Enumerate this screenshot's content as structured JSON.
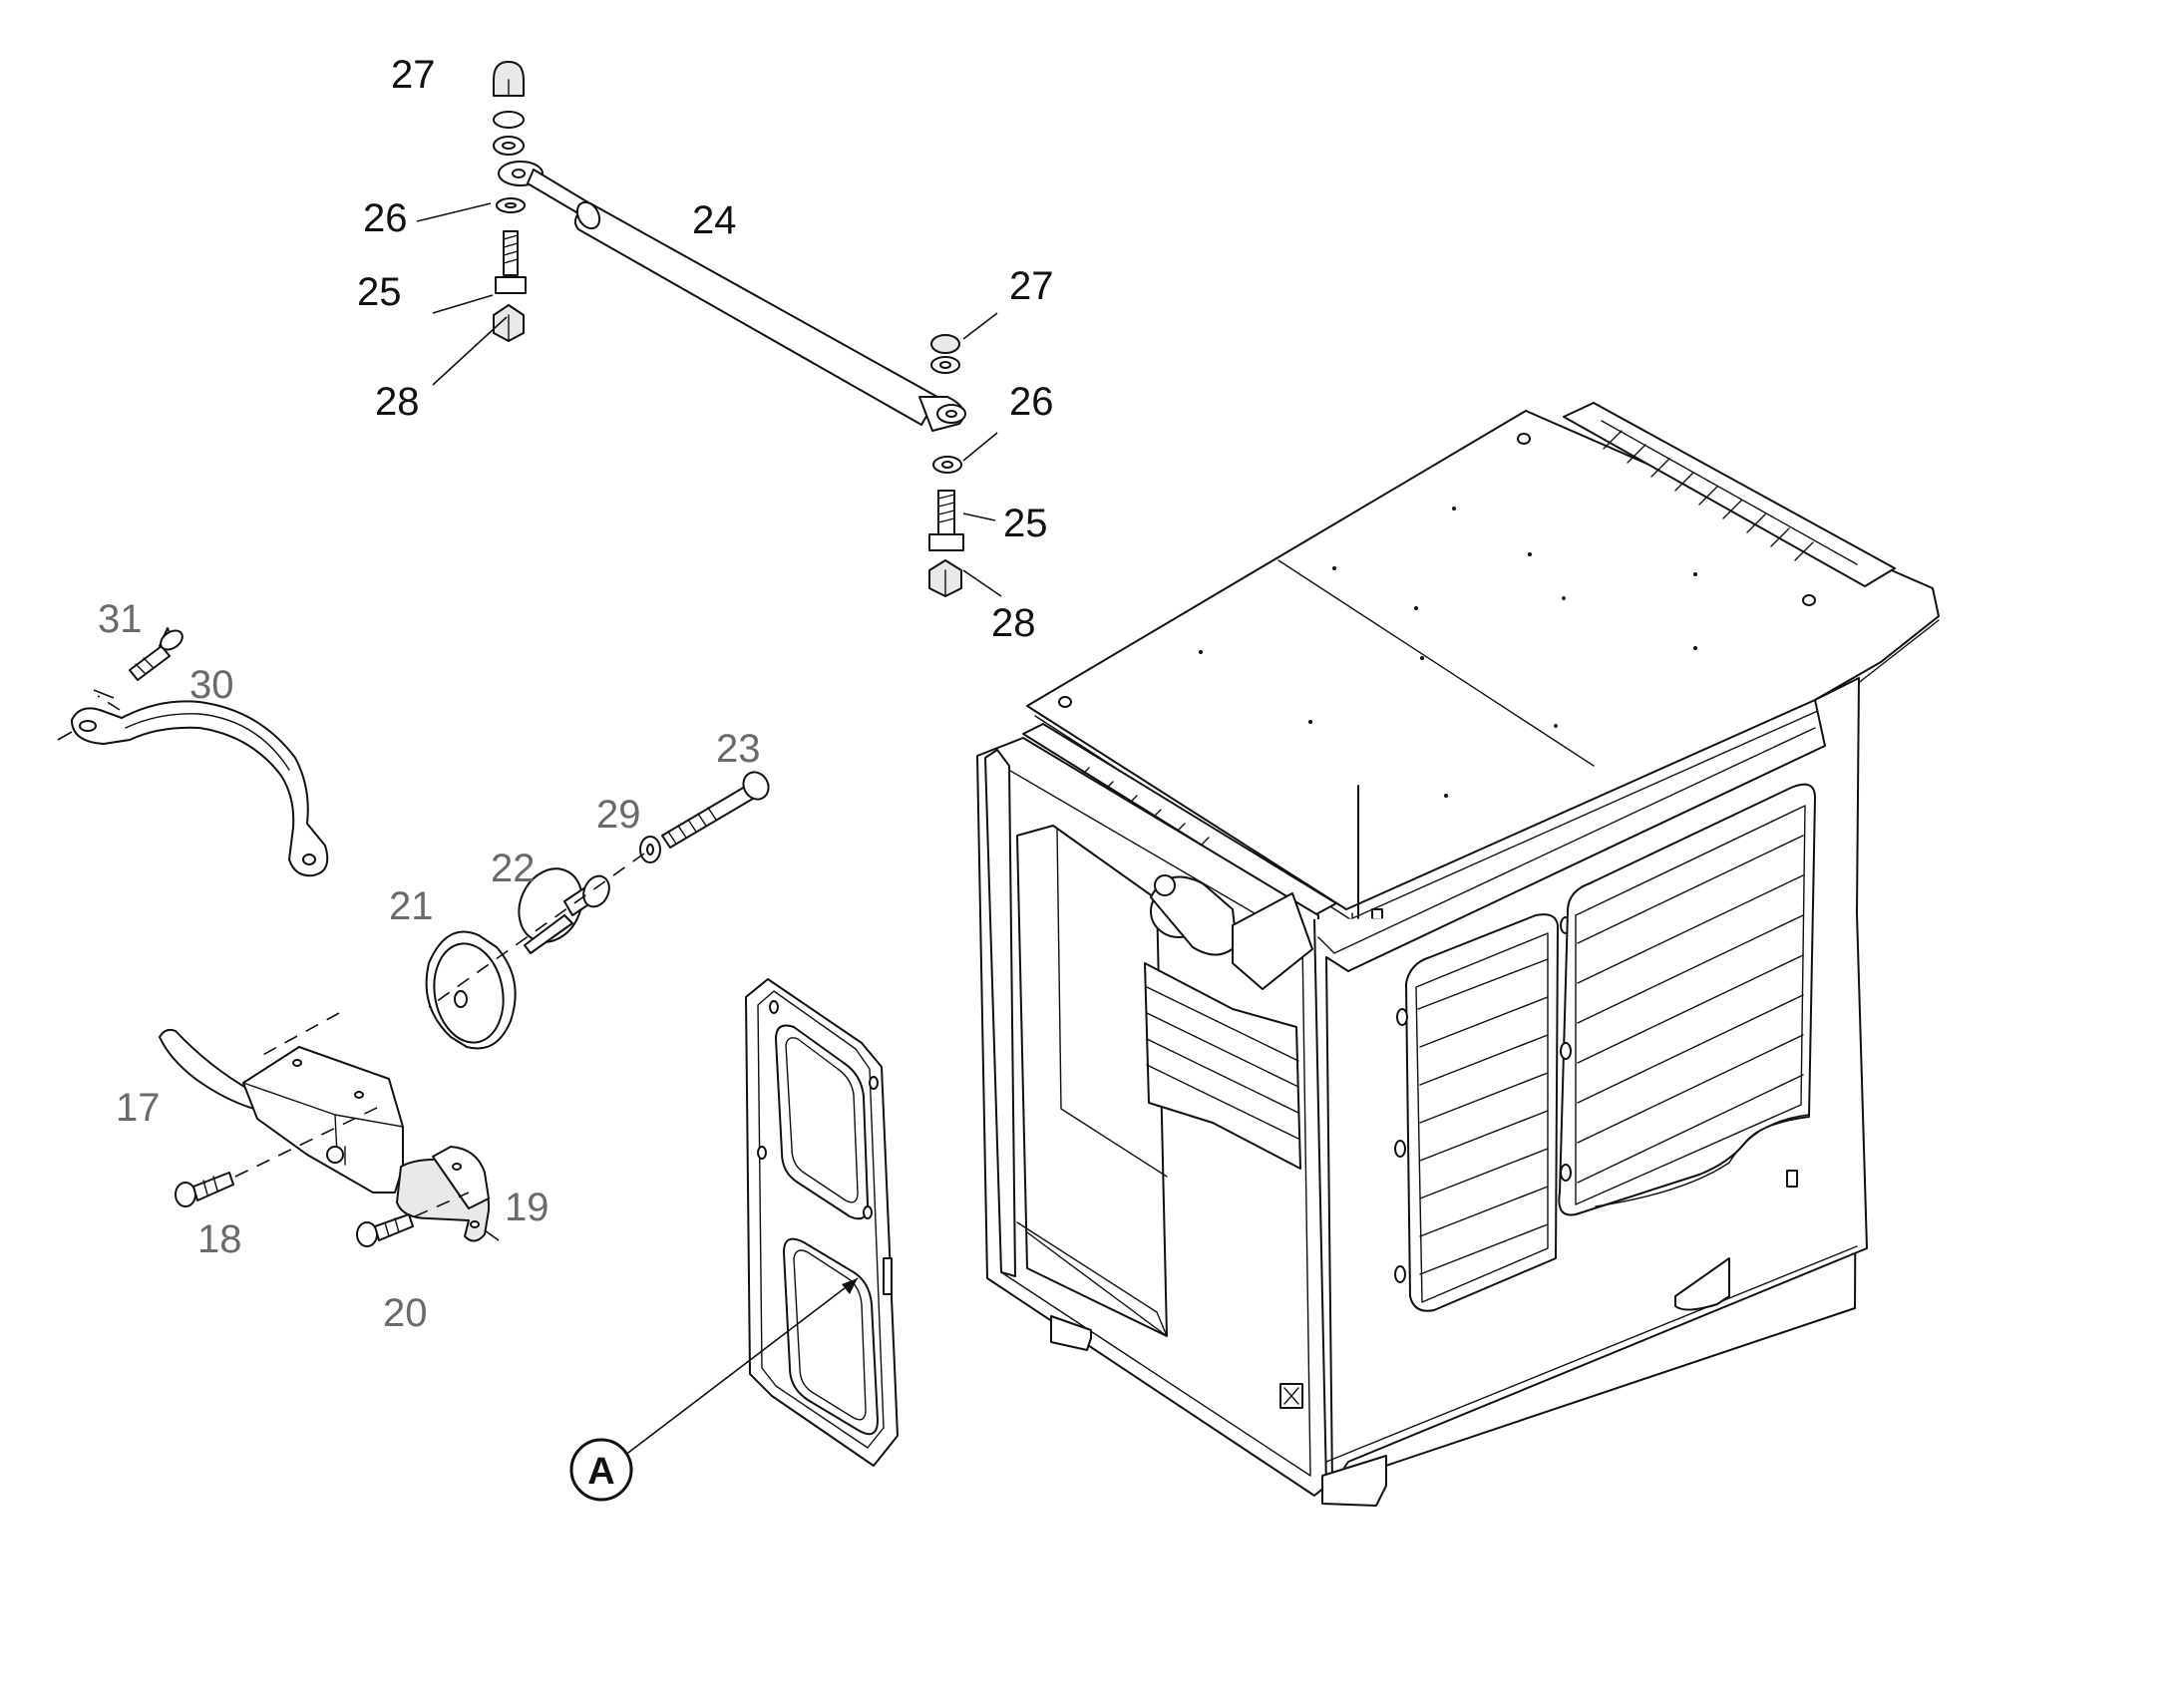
{
  "labels": [
    {
      "id": "27a",
      "text": "27",
      "tone": "dark"
    },
    {
      "id": "26a",
      "text": "26",
      "tone": "dark"
    },
    {
      "id": "24",
      "text": "24",
      "tone": "dark"
    },
    {
      "id": "25a",
      "text": "25",
      "tone": "dark"
    },
    {
      "id": "28a",
      "text": "28",
      "tone": "dark"
    },
    {
      "id": "27b",
      "text": "27",
      "tone": "dark"
    },
    {
      "id": "26b",
      "text": "26",
      "tone": "dark"
    },
    {
      "id": "25b",
      "text": "25",
      "tone": "dark"
    },
    {
      "id": "28b",
      "text": "28",
      "tone": "dark"
    },
    {
      "id": "31",
      "text": "31",
      "tone": "grey"
    },
    {
      "id": "30",
      "text": "30",
      "tone": "grey"
    },
    {
      "id": "23",
      "text": "23",
      "tone": "grey"
    },
    {
      "id": "29",
      "text": "29",
      "tone": "grey"
    },
    {
      "id": "22",
      "text": "22",
      "tone": "grey"
    },
    {
      "id": "21",
      "text": "21",
      "tone": "grey"
    },
    {
      "id": "17",
      "text": "17",
      "tone": "grey"
    },
    {
      "id": "18",
      "text": "18",
      "tone": "grey"
    },
    {
      "id": "19",
      "text": "19",
      "tone": "grey"
    },
    {
      "id": "20",
      "text": "20",
      "tone": "grey"
    }
  ],
  "detail_marker": {
    "text": "A"
  },
  "colors": {
    "ink": "#111111",
    "label_dark": "#111111",
    "label_grey": "#6a6a6a",
    "background": "#ffffff"
  }
}
